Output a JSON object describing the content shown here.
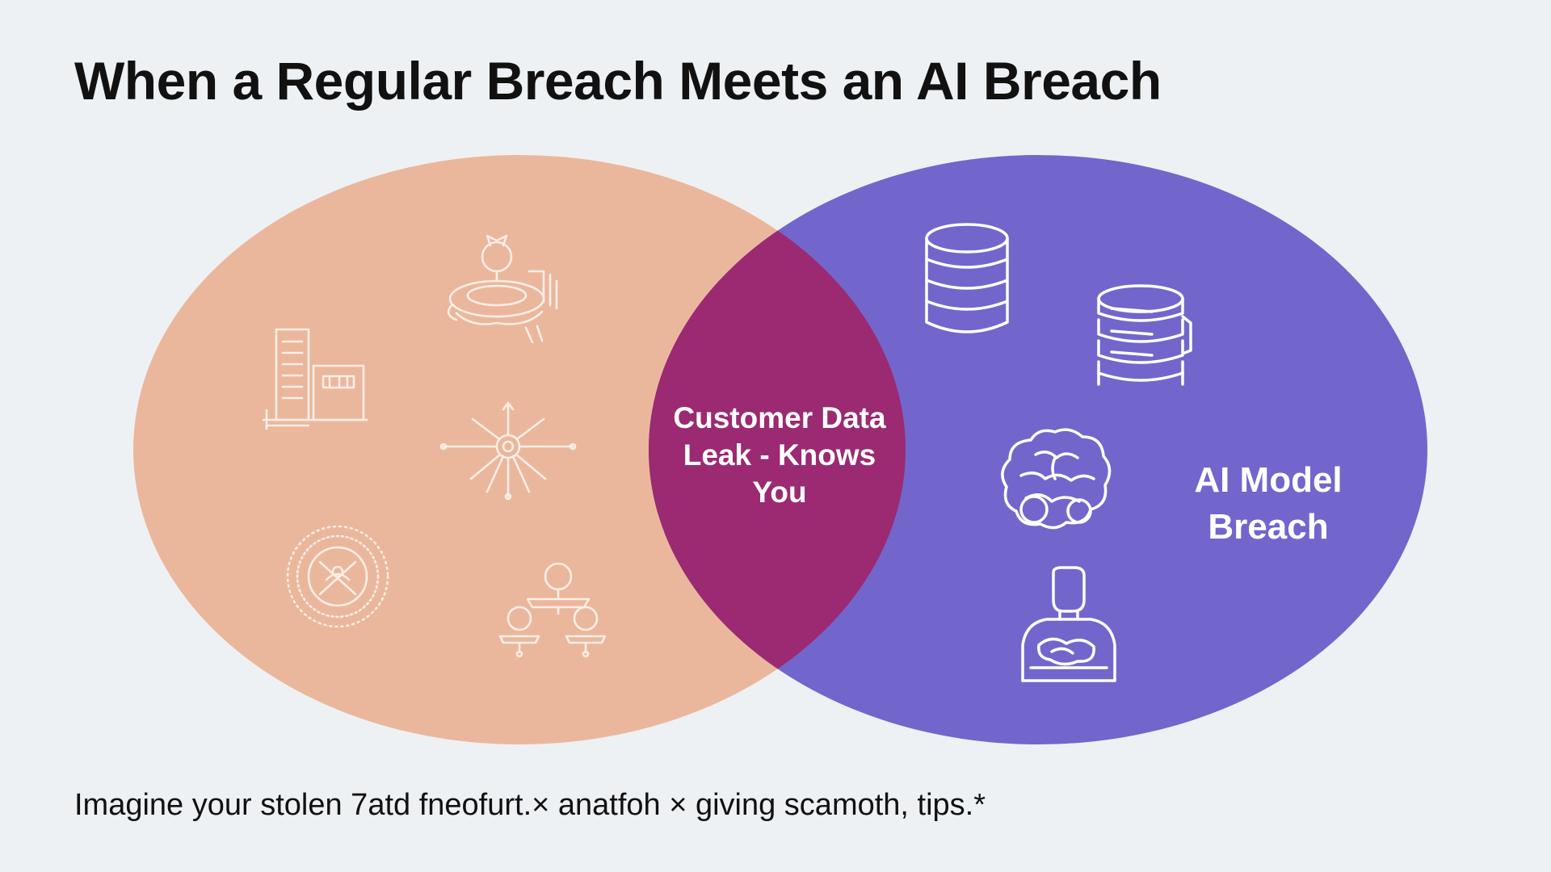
{
  "title": "When a Regular Breach Meets an AI Breach",
  "venn": {
    "left_circle": {
      "label": "",
      "color": "#ebb79c"
    },
    "right_circle": {
      "label": "AI Model Breach",
      "color": "#7266cc"
    },
    "intersection": {
      "label": "Customer Data Leak - Knows You",
      "color": "#9b2a72"
    }
  },
  "left_icons": [
    "office-building-icon",
    "robot-vacuum-icon",
    "network-hub-icon",
    "circular-seal-icon",
    "org-chart-icon"
  ],
  "right_icons": [
    "database-icon",
    "server-stack-icon",
    "brain-icon",
    "person-icon"
  ],
  "caption": "Imagine your stolen 7atd fneofurt.× anatfoh × giving scamoth, tips.*"
}
